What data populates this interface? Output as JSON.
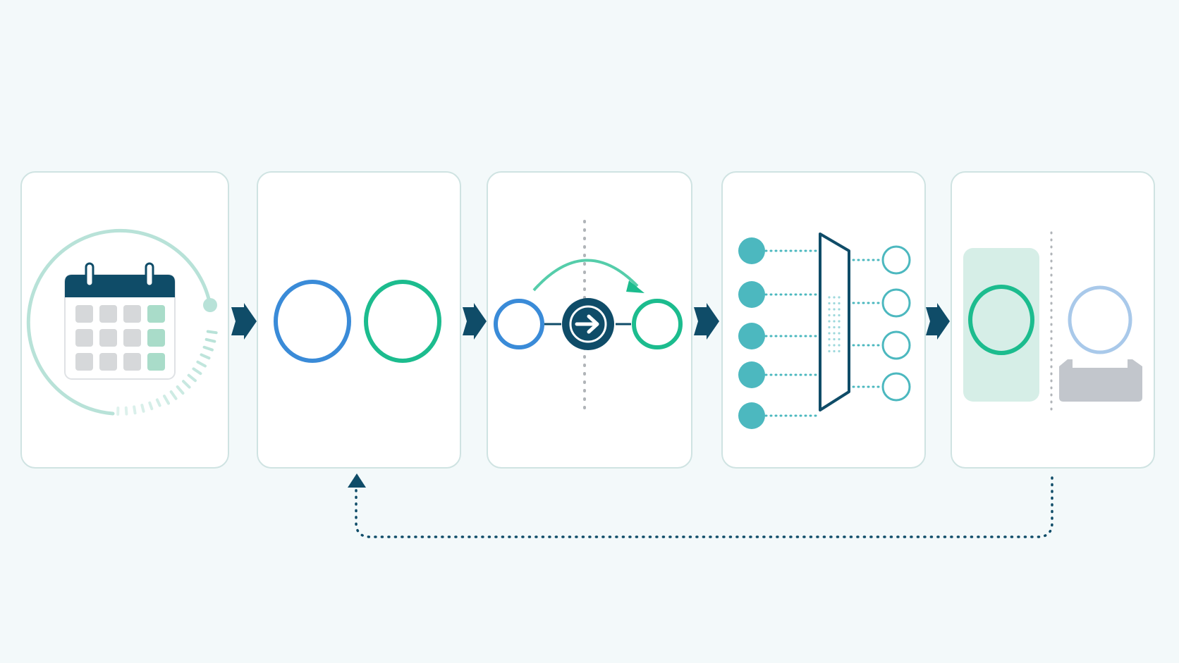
{
  "colors": {
    "background": "#f3f9fa",
    "card_fill": "#ffffff",
    "card_border": "#cfe3e2",
    "navy": "#0f4c68",
    "blue": "#3a8bd8",
    "green": "#1cbc8e",
    "teal": "#4cb8bf",
    "mint": "#b8e2d8",
    "light_blue": "#a9c9ea",
    "gray_tile": "#d6d8da",
    "gray_tray": "#c2c6cc",
    "dotted_gray": "#b0b4b8"
  },
  "diagram": {
    "steps": [
      {
        "id": "schedule",
        "icon": "calendar-cycle-icon"
      },
      {
        "id": "pair",
        "icon": "two-circles-icon"
      },
      {
        "id": "transfer",
        "icon": "circle-transfer-icon"
      },
      {
        "id": "fan-out",
        "icon": "panel-fan-out-icon"
      },
      {
        "id": "split",
        "icon": "split-compare-icon"
      }
    ],
    "connectors": [
      "arrow-right-icon",
      "arrow-right-icon",
      "arrow-right-icon",
      "arrow-right-icon"
    ],
    "feedback_loop": {
      "from": "split",
      "to": "pair",
      "style": "dotted"
    }
  }
}
